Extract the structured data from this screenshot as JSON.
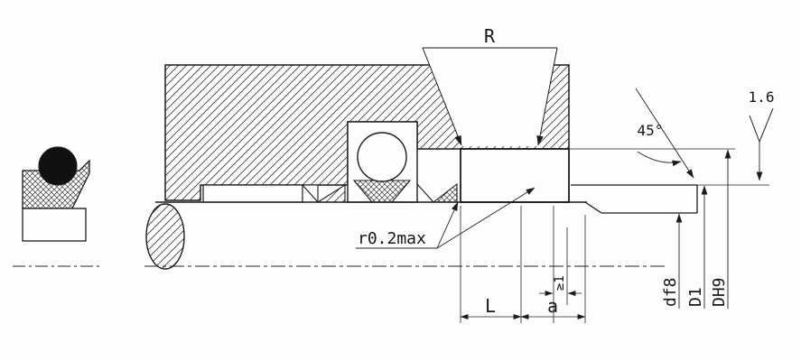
{
  "drawing": {
    "title": "rod-seal-groove-section",
    "labels": {
      "radius_callout": "R",
      "chamfer_angle": "45°",
      "surface_roughness": "1.6",
      "corner_radius": "r0.2max",
      "rod_diameter": "df8",
      "shoulder_diameter": "D1",
      "bore_diameter": "DH9",
      "min_clearance": "≥1",
      "groove_length": "L",
      "width_a": "a"
    },
    "colors": {
      "line": "#1b1b1b",
      "dim_line": "#222222",
      "fill_dark": "#111111",
      "background": "#fdfdfd"
    }
  }
}
